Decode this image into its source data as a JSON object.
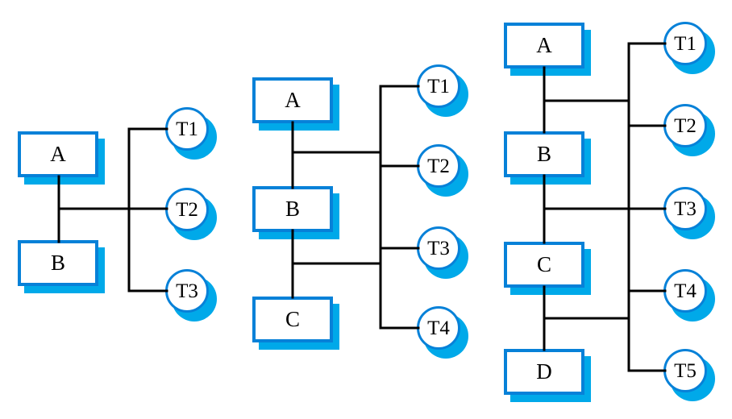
{
  "colors": {
    "background": "#ffffff",
    "box_border": "#0781d8",
    "shadow": "#00a9e9",
    "line": "#000000",
    "text": "#000000"
  },
  "diagrams": [
    {
      "boxes": [
        {
          "label": "A"
        },
        {
          "label": "B"
        }
      ],
      "threads": [
        {
          "label": "T1"
        },
        {
          "label": "T2"
        },
        {
          "label": "T3"
        }
      ]
    },
    {
      "boxes": [
        {
          "label": "A"
        },
        {
          "label": "B"
        },
        {
          "label": "C"
        }
      ],
      "threads": [
        {
          "label": "T1"
        },
        {
          "label": "T2"
        },
        {
          "label": "T3"
        },
        {
          "label": "T4"
        }
      ]
    },
    {
      "boxes": [
        {
          "label": "A"
        },
        {
          "label": "B"
        },
        {
          "label": "C"
        },
        {
          "label": "D"
        }
      ],
      "threads": [
        {
          "label": "T1"
        },
        {
          "label": "T2"
        },
        {
          "label": "T3"
        },
        {
          "label": "T4"
        },
        {
          "label": "T5"
        }
      ]
    }
  ]
}
